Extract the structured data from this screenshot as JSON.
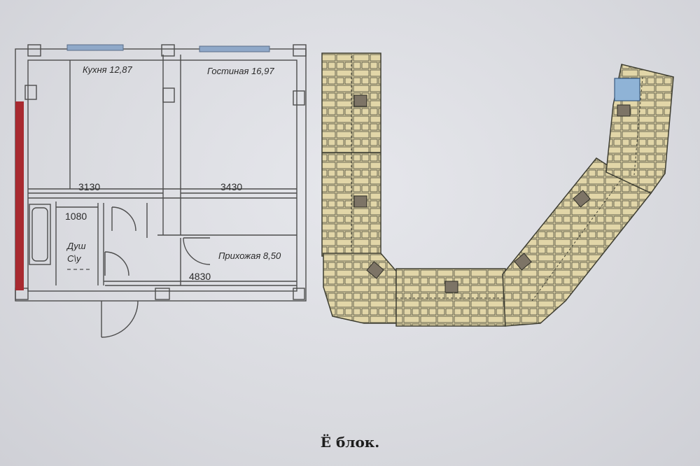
{
  "floor_plan": {
    "rooms": {
      "kitchen": "Кухня 12,87",
      "living_room": "Гостиная 16,97",
      "shower": "Душ",
      "bathroom": "С\\у",
      "hallway": "Прихожая 8,50"
    },
    "dimensions": {
      "kitchen_width": "3130",
      "living_width": "3430",
      "bath_width": "1080",
      "hall_width": "4830"
    }
  },
  "caption": "Ё блок.",
  "colors": {
    "unit_fill": "#e2d6a8",
    "unit_line": "#4a4a3c",
    "highlight_unit": "#8fb3d6",
    "wall_accent": "#a82a30",
    "window": "#8fa8c8"
  }
}
